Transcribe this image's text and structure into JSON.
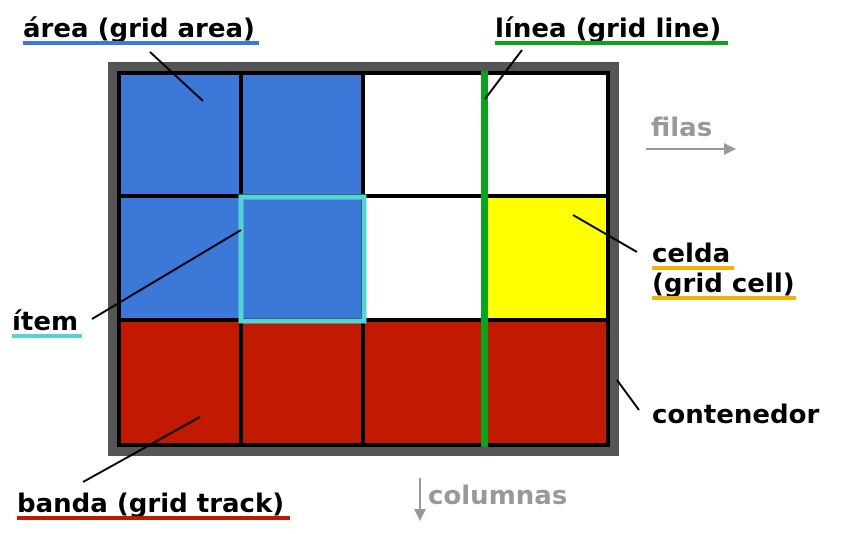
{
  "labels": {
    "area": "área (grid area)",
    "line": "línea (grid line)",
    "rows": "filas",
    "cell_1": "celda",
    "cell_2": "(grid cell)",
    "item": "ítem",
    "container": "contenedor",
    "track": "banda (grid track)",
    "columns": "columnas"
  },
  "colors": {
    "area": "#3b78d8",
    "line": "#0aa31c",
    "cell": "#ffff00",
    "item": "#56d3d3",
    "track": "#c21a00",
    "container": "#555555",
    "arrow": "#999999"
  }
}
